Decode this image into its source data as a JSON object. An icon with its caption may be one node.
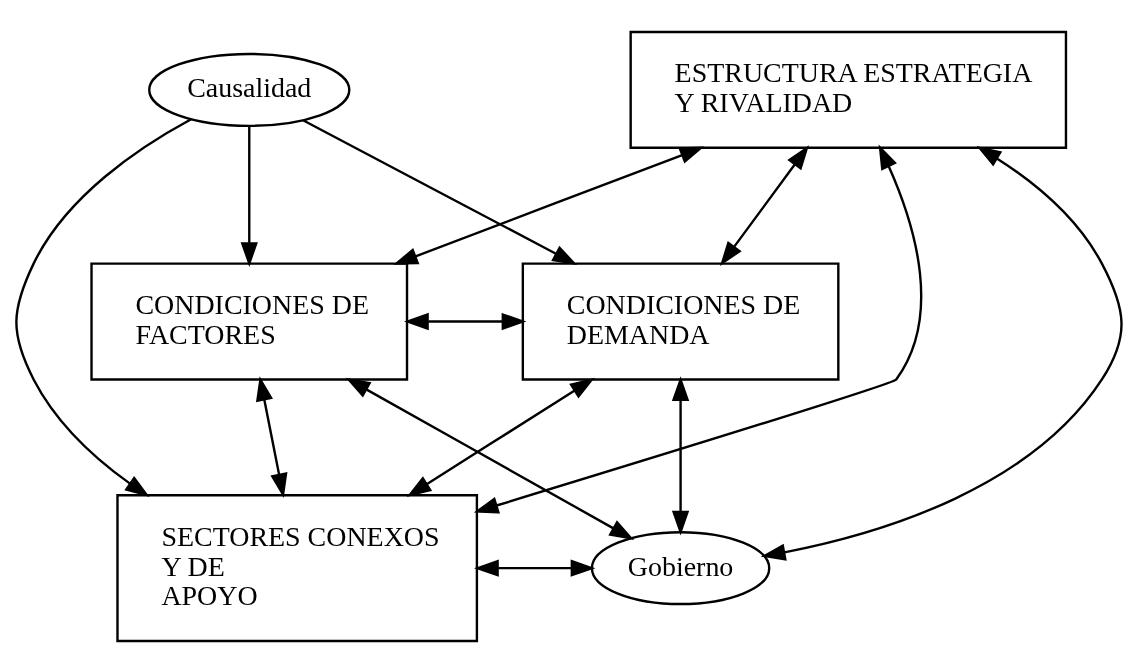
{
  "diagram": {
    "nodes": [
      {
        "text": [
          "Causalidad"
        ]
      },
      {
        "text": [
          "ESTRUCTURA ESTRATEGIA Y RIVALIDAD"
        ]
      },
      {
        "text": [
          "CONDICIONES DE FACTORES"
        ]
      },
      {
        "text": [
          "CONDICIONES DE DEMANDA"
        ]
      },
      {
        "text": [
          "SECTORES CONEXOS Y DE APOYO"
        ]
      },
      {
        "text": [
          "Gobierno"
        ]
      }
    ],
    "edges": [
      {
        "from": 0,
        "to": 2,
        "arrow": "to"
      },
      {
        "from": 0,
        "to": 3,
        "arrow": "to"
      },
      {
        "from": 0,
        "to": 4,
        "arrow": "to"
      },
      {
        "from": 1,
        "to": 2,
        "arrow": "both"
      },
      {
        "from": 1,
        "to": 3,
        "arrow": "both"
      },
      {
        "from": 1,
        "to": 4,
        "arrow": "both"
      },
      {
        "from": 1,
        "to": 5,
        "arrow": "both"
      },
      {
        "from": 2,
        "to": 3,
        "arrow": "both"
      },
      {
        "from": 2,
        "to": 4,
        "arrow": "both"
      },
      {
        "from": 2,
        "to": 5,
        "arrow": "both"
      },
      {
        "from": 3,
        "to": 4,
        "arrow": "both"
      },
      {
        "from": 3,
        "to": 5,
        "arrow": "both"
      },
      {
        "from": 4,
        "to": 5,
        "arrow": "both"
      }
    ]
  }
}
